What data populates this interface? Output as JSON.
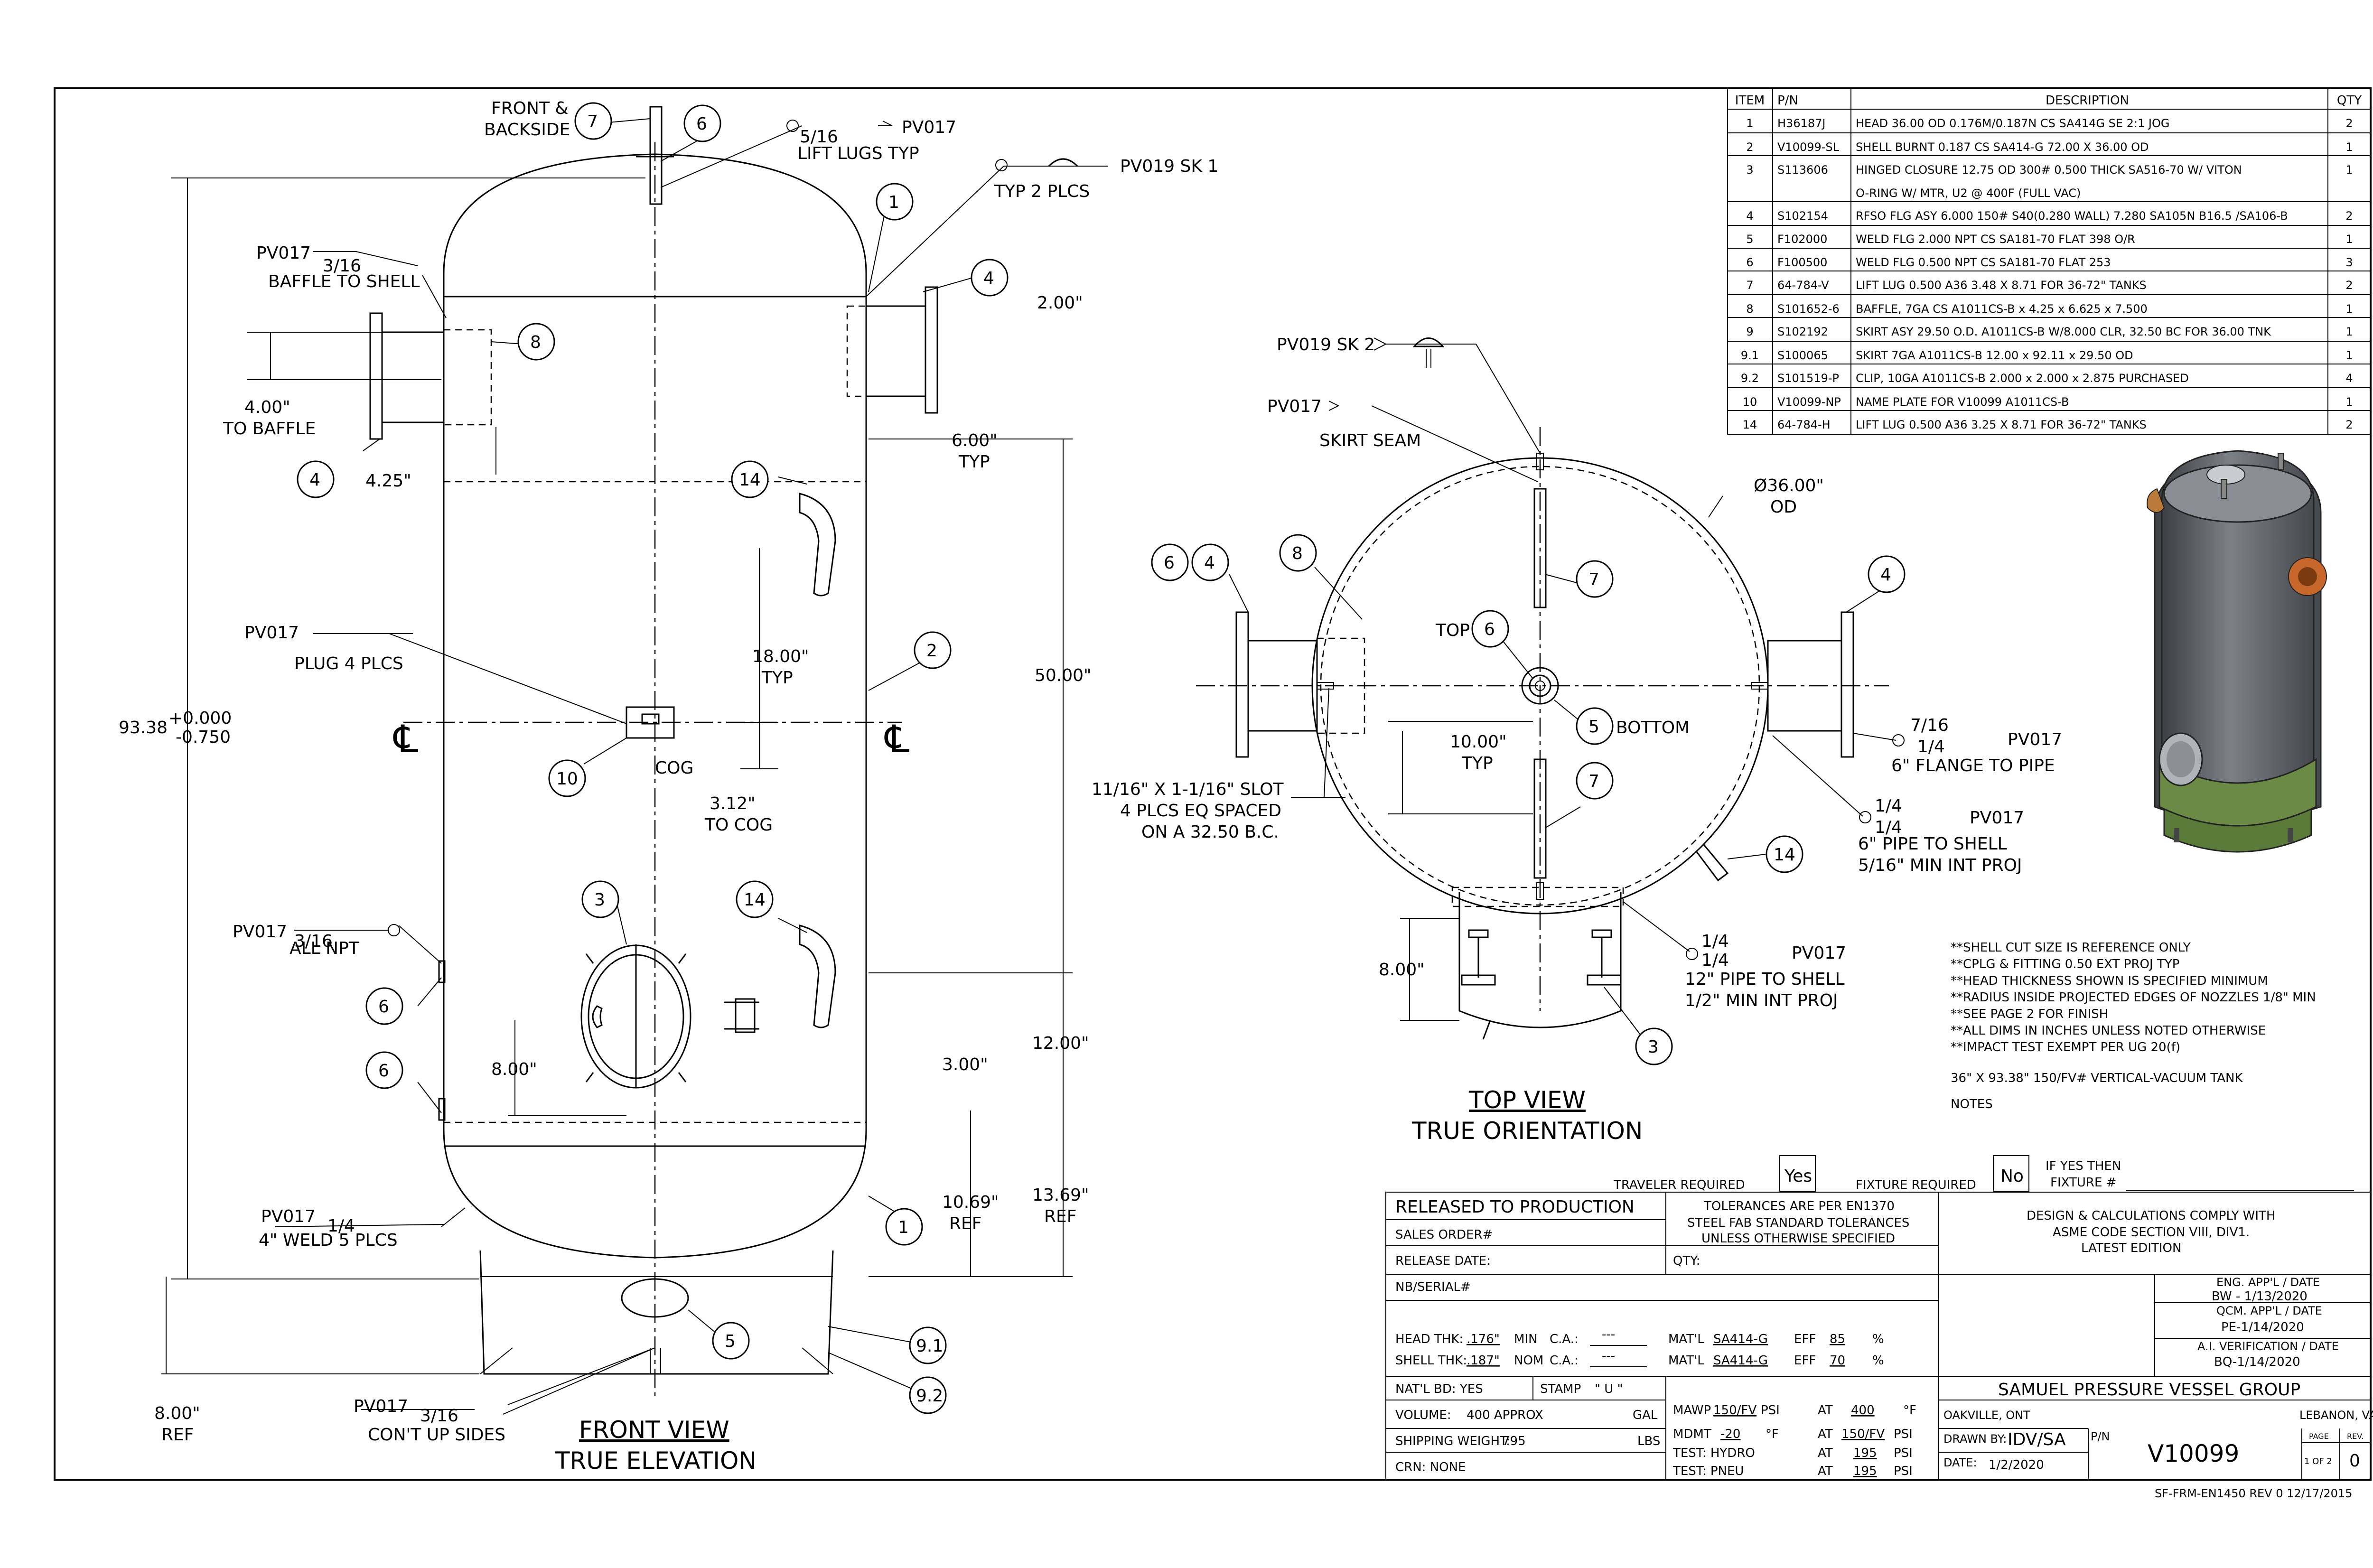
{
  "bom": {
    "headers": [
      "ITEM",
      "P/N",
      "DESCRIPTION",
      "QTY"
    ],
    "rows": [
      [
        "1",
        "H36187J",
        "HEAD 36.00 OD 0.176M/0.187N CS SA414G SE 2:1 JOG",
        "2"
      ],
      [
        "2",
        "V10099-SL",
        "SHELL BURNT 0.187 CS SA414-G 72.00 X 36.00 OD",
        "1"
      ],
      [
        "3",
        "S113606",
        "HINGED CLOSURE 12.75 OD 300# 0.500 THICK SA516-70 W/ VITON",
        "1"
      ],
      [
        "",
        "",
        "O-RING W/ MTR, U2 @ 400F (FULL VAC)",
        ""
      ],
      [
        "4",
        "S102154",
        "RFSO FLG ASY 6.000 150# S40(0.280 WALL) 7.280 SA105N B16.5 /SA106-B",
        "2"
      ],
      [
        "5",
        "F102000",
        "WELD FLG 2.000 NPT CS SA181-70 FLAT 398 O/R",
        "1"
      ],
      [
        "6",
        "F100500",
        "WELD FLG 0.500 NPT CS SA181-70 FLAT 253",
        "3"
      ],
      [
        "7",
        "64-784-V",
        "LIFT LUG 0.500 A36 3.48 X 8.71 FOR 36-72\" TANKS",
        "2"
      ],
      [
        "8",
        "S101652-6",
        "BAFFLE, 7GA CS A1011CS-B x 4.25 x 6.625 x 7.500",
        "1"
      ],
      [
        "9",
        "S102192",
        "SKIRT ASY 29.50 O.D. A1011CS-B W/8.000 CLR, 32.50 BC FOR 36.00 TNK",
        "1"
      ],
      [
        "9.1",
        "S100065",
        "SKIRT 7GA A1011CS-B 12.00 x 92.11 x 29.50 OD",
        "1"
      ],
      [
        "9.2",
        "S101519-P",
        "CLIP, 10GA A1011CS-B 2.000 x 2.000 x 2.875 PURCHASED",
        "4"
      ],
      [
        "10",
        "V10099-NP",
        "NAME PLATE FOR V10099 A1011CS-B",
        "1"
      ],
      [
        "14",
        "64-784-H",
        "LIFT LUG 0.500 A36 3.25 X 8.71 FOR 36-72\" TANKS",
        "2"
      ]
    ]
  },
  "front": {
    "title": "FRONT VIEW",
    "subtitle": "TRUE ELEVATION",
    "t_front_backside_1": "FRONT &",
    "t_front_backside_2": "BACKSIDE",
    "t_lift_frac": "5/16",
    "t_lift_pv": "PV017",
    "t_lift_note": "LIFT LUGS TYP",
    "t_sk1": "PV019 SK 1",
    "t_typ2": "TYP 2 PLCS",
    "t_baffle_pv": "PV017",
    "t_baffle_frac": "3/16",
    "t_baffle_note": "BAFFLE TO SHELL",
    "t_200": "2.00\"",
    "t_400": "4.00\"",
    "t_tobaffle": "TO BAFFLE",
    "t_425": "4.25\"",
    "t_600": "6.00\"",
    "t_typ": "TYP",
    "t_plug_pv": "PV017",
    "t_plug_note": "PLUG 4 PLCS",
    "t_1800": "18.00\"",
    "t_typ_b": "TYP",
    "t_5000": "50.00\"",
    "t_9338": "93.38",
    "t_tol_plus": "+0.000",
    "t_tol_minus": "-0.750",
    "t_cog": "COG",
    "t_312": "3.12\"",
    "t_tocog": "TO COG",
    "t_npt_pv": "PV017",
    "t_npt_frac": "3/16",
    "t_npt_note": "ALL NPT",
    "t_800": "8.00\"",
    "t_300": "3.00\"",
    "t_1200": "12.00\"",
    "t_weld_pv": "PV017",
    "t_weld_frac": "1/4",
    "t_weld_note": "4\" WELD 5 PLCS",
    "t_1069": "10.69\"",
    "t_ref": "REF",
    "t_1369": "13.69\"",
    "t_ref_b": "REF",
    "t_800b": "8.00\"",
    "t_ref_c": "REF",
    "t_cont_pv": "PV017",
    "t_cont_frac": "3/16",
    "t_cont_note": "CON'T UP SIDES"
  },
  "top": {
    "title": "TOP VIEW",
    "subtitle": "TRUE ORIENTATION",
    "t_sk2": "PV019 SK 2",
    "t_skirt_pv": "PV017",
    "t_skirt_seam": "SKIRT SEAM",
    "t_dia": "Ø36.00\"",
    "t_od": "OD",
    "t_top": "TOP",
    "t_bottom": "BOTTOM",
    "t_1000": "10.00\"",
    "t_typ": "TYP",
    "t_slot1": "11/16\" X 1-1/16\" SLOT",
    "t_slot2": "4 PLCS EQ SPACED",
    "t_slot3": "ON A 32.50 B.C.",
    "t_flg_frac1": "7/16",
    "t_flg_frac2": "1/4",
    "t_flg_pv": "PV017",
    "t_flg_note": "6\" FLANGE TO PIPE",
    "t_pipe_frac1": "1/4",
    "t_pipe_frac2": "1/4",
    "t_pipe_pv": "PV017",
    "t_pipe_note1": "6\" PIPE TO SHELL",
    "t_pipe_note2": "5/16\" MIN INT PROJ",
    "t_12_frac1": "1/4",
    "t_12_frac2": "1/4",
    "t_12_pv": "PV017",
    "t_12_note1": "12\" PIPE TO SHELL",
    "t_12_note2": "1/2\" MIN INT PROJ",
    "t_800": "8.00\""
  },
  "notes": [
    "**SHELL CUT SIZE IS REFERENCE ONLY",
    "**CPLG & FITTING 0.50 EXT PROJ TYP",
    "**HEAD THICKNESS SHOWN IS SPECIFIED MINIMUM",
    "**RADIUS INSIDE PROJECTED EDGES OF NOZZLES 1/8\" MIN",
    "**SEE PAGE 2 FOR FINISH",
    "**ALL DIMS IN INCHES UNLESS NOTED OTHERWISE",
    "**IMPACT TEST EXEMPT PER UG 20(f)"
  ],
  "tank_description": "36\" X 93.38\" 150/FV# VERTICAL-VACUUM TANK",
  "notes_label": "NOTES",
  "title_block": {
    "traveler": "TRAVELER REQUIRED",
    "traveler_val": "Yes",
    "fixture": "FIXTURE REQUIRED",
    "fixture_val": "No",
    "ifyes1": "IF YES THEN",
    "ifyes2": "FIXTURE #",
    "released": "RELEASED TO PRODUCTION",
    "sales_order": "SALES ORDER#",
    "release_date": "RELEASE DATE:",
    "nb_serial": "NB/SERIAL#",
    "tol1": "TOLERANCES ARE PER EN1370",
    "tol2": "STEEL FAB STANDARD TOLERANCES",
    "tol3": "UNLESS OTHERWISE SPECIFIED",
    "qty": "QTY:",
    "design1": "DESIGN & CALCULATIONS COMPLY WITH",
    "design2": "ASME CODE SECTION VIII, DIV1.",
    "design3": "LATEST EDITION",
    "eng_label": "ENG. APP'L / DATE",
    "eng_val": "BW - 1/13/2020",
    "qcm_label": "QCM. APP'L / DATE",
    "qcm_val": "PE-1/14/2020",
    "ai_label": "A.I. VERIFICATION / DATE",
    "ai_val": "BQ-1/14/2020",
    "head_thk": "HEAD THK:",
    "head_thk_val": ".176\"",
    "min": "MIN",
    "ca": "C.A.:",
    "ca_val": "---",
    "matl": "MAT'L",
    "head_matl_val": "SA414-G",
    "eff": "EFF",
    "head_eff": "85",
    "pct": "%",
    "shell_thk": "SHELL THK:",
    "shell_thk_val": ".187\"",
    "nom": "NOM",
    "shell_ca_val": "---",
    "shell_matl_val": "SA414-G",
    "shell_eff": "70",
    "natl_bd": "NAT'L BD: YES",
    "stamp": "STAMP",
    "stamp_val": "\"  U  \"",
    "volume": "VOLUME:",
    "volume_val": "400 APPROX",
    "gal": "GAL",
    "ship": "SHIPPING WEIGHT:",
    "ship_val": "795",
    "lbs": "LBS",
    "crn": "CRN:  NONE",
    "mawp": "MAWP",
    "mawp_val": "150/FV",
    "psi": "PSI",
    "at": "AT",
    "mawp_temp": "400",
    "degf": "°F",
    "mdmt": "MDMT",
    "mdmt_val": "-20",
    "mdmt_unit": "°F",
    "mdmt_at": "150/FV",
    "test_h": "TEST:  HYDRO",
    "test_h_val": "195",
    "test_p": "TEST:  PNEU",
    "test_p_val": "195",
    "company": "SAMUEL PRESSURE VESSEL GROUP",
    "loc_left": "OAKVILLE, ONT",
    "loc_right": "LEBANON, VA",
    "drawn_by": "DRAWN BY:",
    "drawn_val": "IDV/SA",
    "pn": "P/N",
    "pn_val": "V10099",
    "date": "DATE:",
    "date_val": "1/2/2020",
    "page": "PAGE",
    "page_val": "1 OF 2",
    "rev": "REV.",
    "rev_val": "0",
    "form": "SF-FRM-EN1450  REV 0 12/17/2015"
  }
}
